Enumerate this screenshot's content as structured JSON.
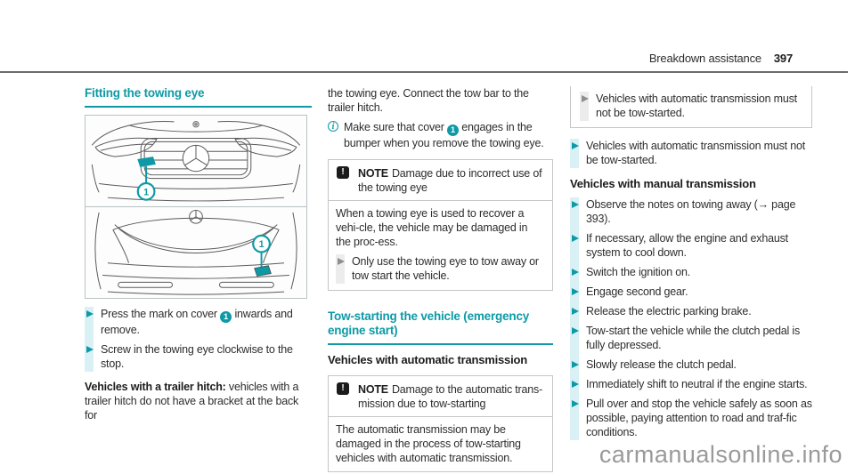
{
  "colors": {
    "accent": "#0d9aa6",
    "band": "#d9f1f4",
    "note_border": "#c6c6c6",
    "text": "#2d2d2d",
    "watermark": "#9a9a9a"
  },
  "header": {
    "title": "Breakdown assistance",
    "page_number": "397"
  },
  "left": {
    "section_title": "Fitting the towing eye",
    "figure": {
      "front_marker": "1",
      "rear_marker": "1"
    },
    "bullets": {
      "b0_pre": "Press the mark on cover",
      "b0_marker": "1",
      "b0_post": "inwards and remove.",
      "b1": "Screw in the towing eye clockwise to the stop."
    },
    "trailer_note": {
      "lead": "Vehicles with a trailer hitch:",
      "rest": "vehicles with a trailer hitch do not have a bracket at the back for"
    }
  },
  "middle": {
    "intro": "the towing eye. Connect the tow bar to the trailer hitch.",
    "info_note": {
      "icon": "i",
      "pre": "Make sure that cover",
      "marker": "1",
      "post": "engages in the bumper when you remove the towing eye."
    },
    "note1": {
      "icon": "!",
      "label": "NOTE",
      "title": "Damage due to incorrect use of the towing eye",
      "body": "When a towing eye is used to recover a vehi-cle, the vehicle may be damaged in the proc-ess.",
      "bullet": "Only use the towing eye to tow away or tow start the vehicle."
    },
    "section_title": "Tow-starting the vehicle (emergency engine start)",
    "subheading": "Vehicles with automatic transmission",
    "note2": {
      "icon": "!",
      "label": "NOTE",
      "title": "Damage to the automatic trans-mission due to tow-starting",
      "body": "The automatic transmission may be damaged in the process of tow-starting vehicles with automatic transmission."
    }
  },
  "right": {
    "note2_bullet": "Vehicles with automatic transmission must not be tow-started.",
    "auto_bullet": "Vehicles with automatic transmission must not be tow-started.",
    "subheading": "Vehicles with manual transmission",
    "bullets": [
      "Observe the notes on towing away (→ page 393).",
      "If necessary, allow the engine and exhaust system to cool down.",
      "Switch the ignition on.",
      "Engage second gear.",
      "Release the electric parking brake.",
      "Tow-start the vehicle while the clutch pedal is fully depressed.",
      "Slowly release the clutch pedal.",
      "Immediately shift to neutral if the engine starts.",
      "Pull over and stop the vehicle safely as soon as possible, paying attention to road and traf-fic conditions."
    ]
  },
  "watermark": "carmanualsonline.info"
}
